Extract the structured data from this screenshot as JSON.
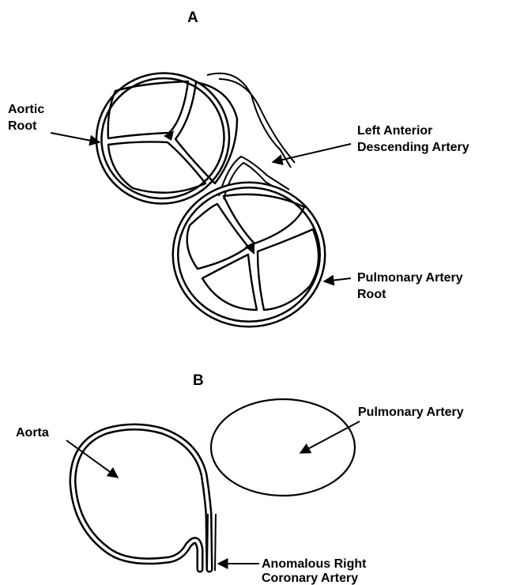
{
  "panels": {
    "a": {
      "label": "A",
      "labels": {
        "aortic_root": [
          "Aortic",
          "Root"
        ],
        "lad": [
          "Left Anterior",
          "Descending Artery"
        ],
        "pulmonary_root": [
          "Pulmonary Artery",
          "Root"
        ]
      }
    },
    "b": {
      "label": "B",
      "labels": {
        "aorta": "Aorta",
        "pulmonary_artery": "Pulmonary Artery",
        "anomalous_rca": [
          "Anomalous Right",
          "Coronary Artery"
        ]
      }
    }
  },
  "colors": {
    "line": "#000000",
    "background": "#ffffff"
  }
}
